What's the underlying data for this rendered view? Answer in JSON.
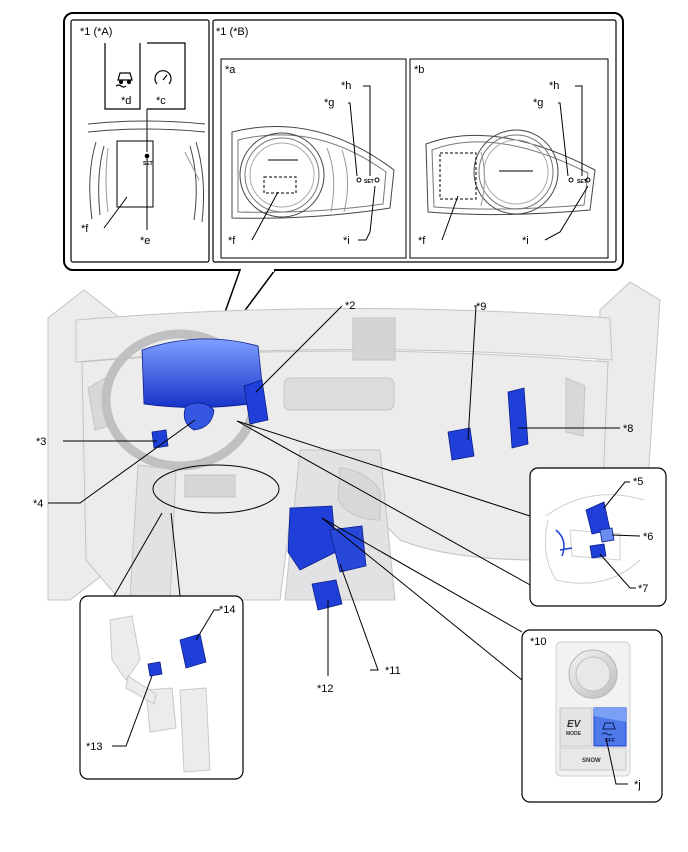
{
  "panels": {
    "a_top": "*1 (*A)",
    "b_top": "*1 (*B)",
    "sub_a": "*a",
    "sub_b": "*b"
  },
  "callouts": {
    "c1": "*1",
    "c2": "*2",
    "c3": "*3",
    "c4": "*4",
    "c5": "*5",
    "c6": "*6",
    "c7": "*7",
    "c8": "*8",
    "c9": "*9",
    "c10": "*10",
    "c11": "*11",
    "c12": "*12",
    "c13": "*13",
    "c14": "*14",
    "c": "*c",
    "d": "*d",
    "e": "*e",
    "f": "*f",
    "g": "*g",
    "h": "*h",
    "i": "*i",
    "j": "*j"
  },
  "switch_texts": {
    "ev": "EV",
    "mode": "MODE",
    "off": "OFF",
    "snow": "SNOW"
  },
  "colors": {
    "highlight": "#1f3fd8",
    "highlight_light": "#5a7ff0",
    "frame": "#000000",
    "ghost": "#e9e9ea"
  }
}
